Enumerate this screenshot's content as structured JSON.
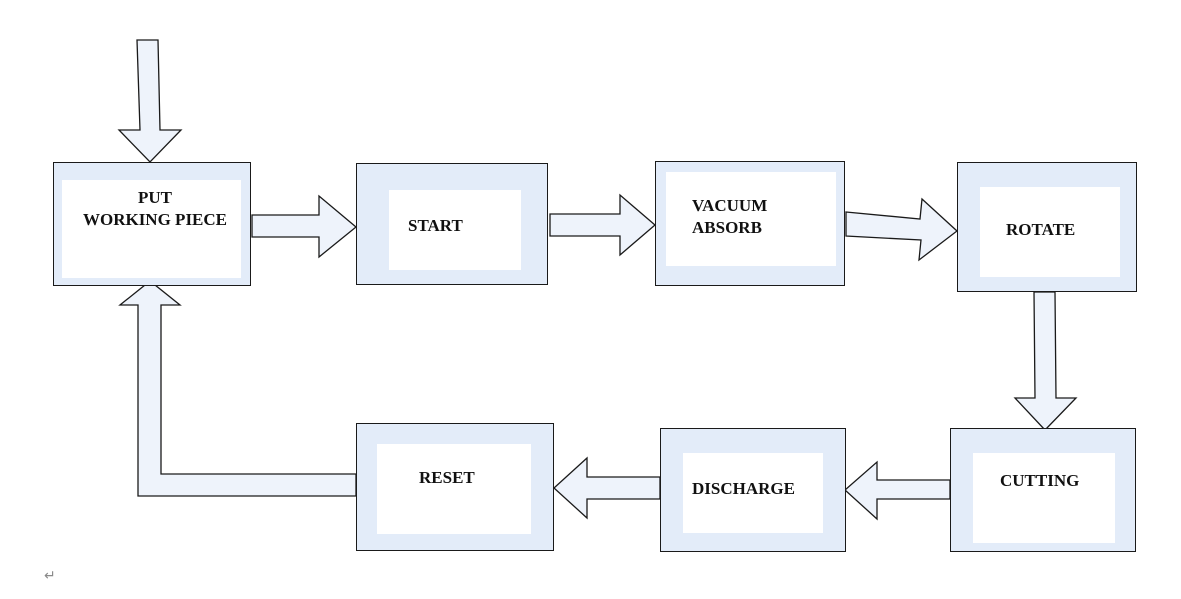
{
  "diagram": {
    "steps": {
      "put_working_piece": "PUT\nWORKING PIECE",
      "start": "START",
      "vacuum_absorb": "VACUUM\nABSORB",
      "rotate": "ROTATE",
      "cutting": "CUTTING",
      "discharge": "DISCHARGE",
      "reset": "RESET"
    },
    "paragraph_mark": "↵"
  },
  "colors": {
    "box_border": "#1a1a1a",
    "box_fill": "#e3ecf9",
    "arrow_fill": "#eef3fb"
  }
}
